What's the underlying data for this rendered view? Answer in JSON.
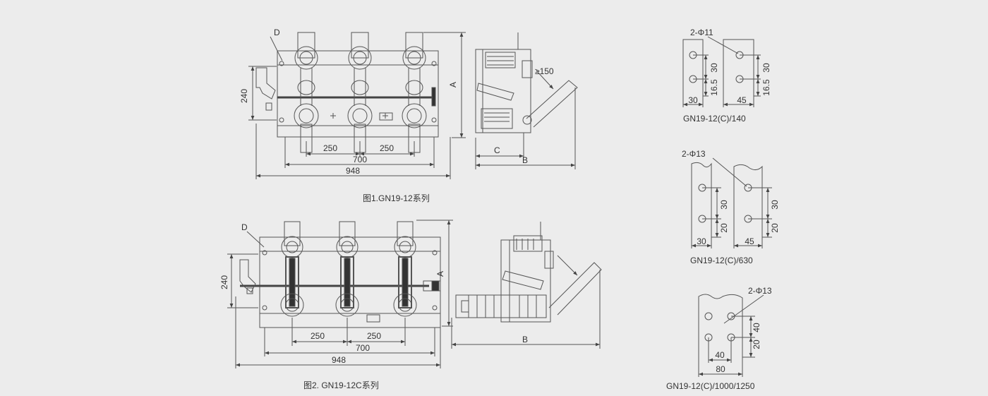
{
  "figure1": {
    "caption": "图1.GN19-12系列",
    "label_d": "D",
    "label_a": "A",
    "label_b": "B",
    "label_c": "C",
    "dim_240": "240",
    "dim_250_left": "250",
    "dim_250_right": "250",
    "dim_700": "700",
    "dim_948": "948",
    "angle": "≥150"
  },
  "figure2": {
    "caption": "图2. GN19-12C系列",
    "label_d": "D",
    "label_a": "A",
    "label_b": "B",
    "dim_240": "240",
    "dim_250_left": "250",
    "dim_250_right": "250",
    "dim_700": "700",
    "dim_948": "948"
  },
  "detail140": {
    "caption": "GN19-12(C)/140",
    "hole": "2-Φ11",
    "dim_30_v_left": "30",
    "dim_165_left": "16.5",
    "dim_30_h": "30",
    "dim_30_v_right": "30",
    "dim_165_right": "16.5",
    "dim_45_h": "45"
  },
  "detail630": {
    "caption": "GN19-12(C)/630",
    "hole": "2-Φ13",
    "dim_30_v_left": "30",
    "dim_20_left": "20",
    "dim_30_h": "30",
    "dim_30_v_right": "30",
    "dim_20_right": "20",
    "dim_45_h": "45"
  },
  "detail1000": {
    "caption": "GN19-12(C)/1000/1250",
    "hole": "2-Φ13",
    "dim_40_v": "40",
    "dim_20_v": "20",
    "dim_40_h": "40",
    "dim_80_h": "80"
  }
}
